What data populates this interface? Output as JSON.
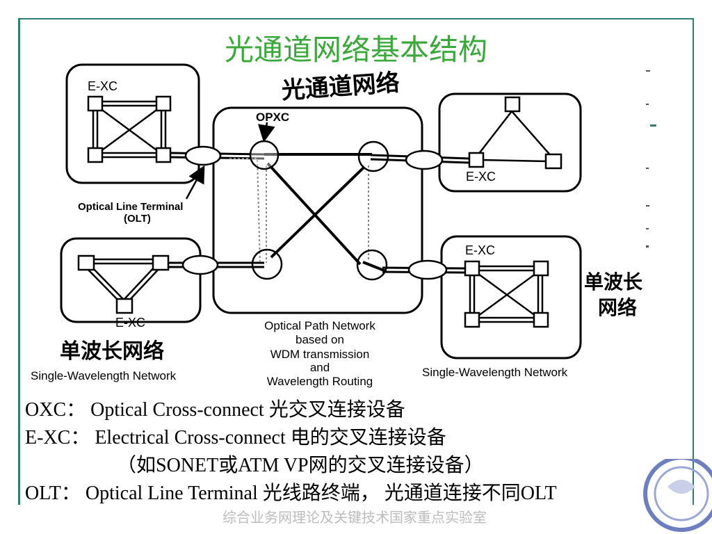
{
  "title": "光通道网络基本结构",
  "diagram": {
    "handwritten_center": "光通道网络",
    "handwritten_right": [
      "单波长",
      "网络"
    ],
    "handwritten_left": "单波长网络",
    "labels": {
      "exc": "E-XC",
      "opxc": "OPXC",
      "olt_line1": "Optical Line Terminal",
      "olt_line2": "(OLT)",
      "opn_lines": [
        "Optical Path Network",
        "based on",
        "WDM transmission",
        "and",
        "Wavelength Routing"
      ],
      "swn": "Single-Wavelength Network"
    }
  },
  "legend": {
    "oxc": "OXC： Optical Cross-connect 光交叉连接设备",
    "exc": "E-XC： Electrical Cross-connect 电的交叉连接设备",
    "exc_note": "（如SONET或ATM VP网的交叉连接设备）",
    "olt": "OLT： Optical Line Terminal 光线路终端， 光通道连接不同OLT"
  },
  "footer": "综合业务网理论及关键技术国家重点实验室",
  "colors": {
    "title": "#3aa83a",
    "frame": "#2e7d6e",
    "footer": "#bcbcbc"
  }
}
